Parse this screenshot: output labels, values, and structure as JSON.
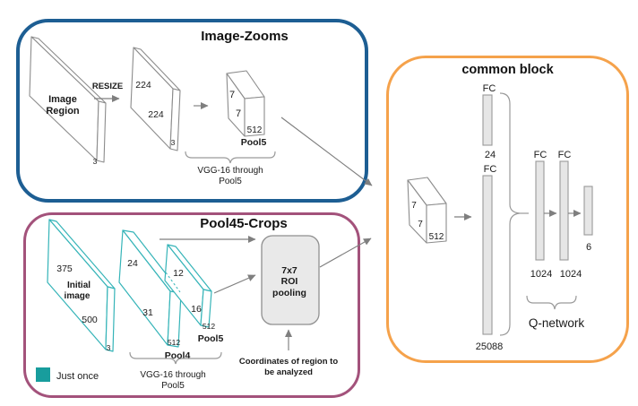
{
  "colors": {
    "image_zooms_border": "#1d5e93",
    "pool45_border": "#a3527b",
    "common_block_border": "#f5a24b",
    "feature_outline_teal": "#35b4b8",
    "legend_swatch_fill": "#189d9d",
    "line_gray": "#7f7f7f",
    "bar_fill": "#e6e6e6",
    "roi_fill": "#e9e9e9"
  },
  "image_zooms": {
    "title": "Image-Zooms",
    "image_region_sheet": {
      "line1": "Image",
      "line2": "Region",
      "depth": "3"
    },
    "resize_label": "RESIZE",
    "resized_sheet": {
      "height": "224",
      "width": "224",
      "depth": "3"
    },
    "pool5_cube": {
      "h": "7",
      "w": "7",
      "c": "512",
      "name": "Pool5"
    },
    "vgg_brace": {
      "line1": "VGG-16 through",
      "line2": "Pool5"
    }
  },
  "pool45_crops": {
    "title": "Pool45-Crops",
    "initial_sheet": {
      "height": "375",
      "line1": "Initial",
      "line2": "image",
      "width": "500",
      "depth": "3"
    },
    "pool4_sheet": {
      "height": "24",
      "width": "31",
      "depth": "512",
      "name": "Pool4"
    },
    "pool5_sheet": {
      "height": "12",
      "width": "16",
      "depth": "512",
      "name": "Pool5"
    },
    "vgg_brace": {
      "line1": "VGG-16 through",
      "line2": "Pool5"
    },
    "roi_box": {
      "line1": "7x7",
      "line2": "ROI",
      "line3": "pooling"
    },
    "coords_label": {
      "line1": "Coordinates of region to",
      "line2": "be analyzed"
    }
  },
  "common_block": {
    "title": "common block",
    "input_cube": {
      "h": "7",
      "w": "7",
      "c": "512"
    },
    "fc_history": {
      "label": "FC",
      "size": "24"
    },
    "fc_features": {
      "label": "FC",
      "size": "25088"
    },
    "fc_q1": {
      "label": "FC",
      "size": "1024"
    },
    "fc_q2": {
      "label": "FC",
      "size": "1024"
    },
    "output_size": "6",
    "q_network_label": "Q-network"
  },
  "legend": {
    "just_once": "Just once"
  }
}
